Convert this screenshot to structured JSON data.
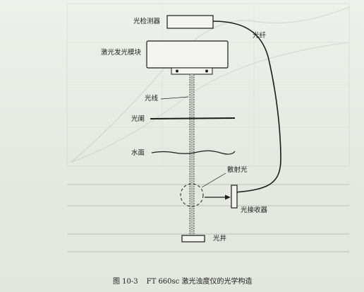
{
  "labels": {
    "photodetector": "光检测器",
    "fiber": "光纤",
    "laser_module": "激光发光模块",
    "light_beam": "光线",
    "aperture": "光阑",
    "water_surface": "水面",
    "scattered_light": "散射光",
    "light_receiver": "光接收器",
    "light_trap": "光井"
  },
  "caption": {
    "figure_number": "图 10-3",
    "title": "FT 660sc 激光浊度仪的光学构造"
  }
}
